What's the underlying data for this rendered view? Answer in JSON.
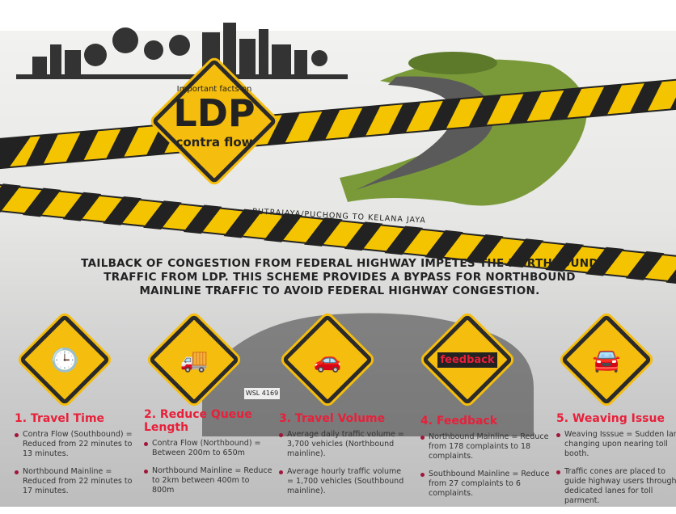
{
  "hero": {
    "small": "Important facts on",
    "big": "LDP",
    "sub": "contra flow",
    "route": "PUTRAJAYA/PUCHONG TO KELANA JAYA"
  },
  "headline": "TAILBACK OF CONGESTION FROM FEDERAL HIGHWAY IMPETES THE NORTHBOUND TRAFFIC FROM LDP. THIS SCHEME PROVIDES A BYPASS FOR NORTHBOUND MAINLINE TRAFFIC TO AVOID FEDERAL HIGHWAY CONGESTION.",
  "plate": "WSL 4169",
  "colors": {
    "accent": "#e8203a",
    "sign": "#f5bd0d",
    "tape": "#f5c400"
  },
  "sections": [
    {
      "icon": "car-clock-icon",
      "title": "1. Travel Time",
      "items": [
        "Contra Flow (Southbound) = Reduced from 22 minutes to 13 minutes.",
        "Northbound Mainline = Reduced from 22 minutes to 17 minutes."
      ]
    },
    {
      "icon": "traffic-queue-icon",
      "title": "2. Reduce Queue Length",
      "items": [
        "Contra Flow (Northbound) = Between 200m to 650m",
        "Northbound Mainline = Reduce to 2km between 400m to 800m"
      ]
    },
    {
      "icon": "traffic-jam-icon",
      "title": "3. Travel Volume",
      "items": [
        "Average daily traffic volume = 3,700 vehicles (Northbound mainline).",
        "Average hourly traffic volume = 1,700 vehicles (Southbound mainline)."
      ]
    },
    {
      "icon": "feedback-icon",
      "title": "4. Feedback",
      "label": "feedback",
      "items": [
        "Northbound Mainline = Reduce from 178 complaints to 18 complaints.",
        "Southbound Mainline = Reduce from 27 complaints to 6 complaints."
      ]
    },
    {
      "icon": "skidding-car-icon",
      "title": "5. Weaving Issue",
      "items": [
        "Weaving Isssue = Sudden lane changing upon nearing toll booth.",
        "Traffic cones are placed to guide highway users through dedicated lanes for toll parment."
      ]
    }
  ]
}
